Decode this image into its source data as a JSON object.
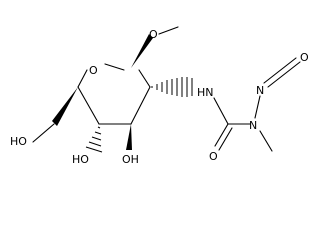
{
  "molecule": {
    "atom_labels": {
      "ring_oxygen": "O",
      "amide_nitrogen": "HN",
      "nitroso_nitrogen": "N",
      "nitroso_oxygen": "O",
      "carbonyl_oxygen": "O",
      "hydroxyl_c6": "HO",
      "hydroxyl_c4": "HO",
      "hydroxyl_c3": "OH"
    },
    "colors": {
      "ink": "#000000",
      "background": "#ffffff"
    }
  }
}
